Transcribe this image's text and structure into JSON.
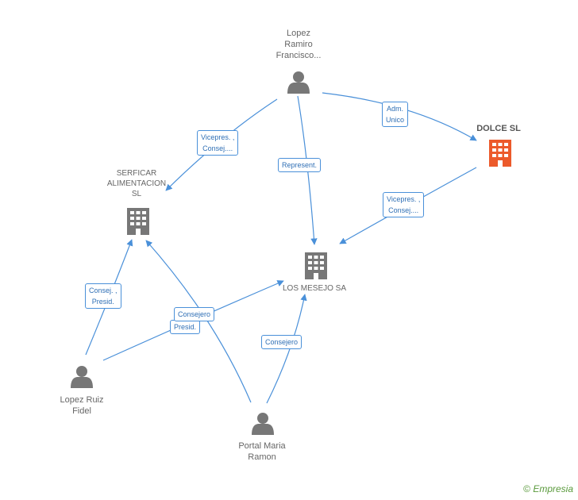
{
  "nodes": {
    "lopez_ramiro": {
      "label_lines": [
        "Lopez",
        "Ramiro",
        "Francisco..."
      ],
      "type": "person",
      "icon": "person-icon"
    },
    "dolce": {
      "label": "DOLCE SL",
      "type": "company",
      "icon": "building-icon",
      "color": "#ec5a2b"
    },
    "serficar": {
      "label_lines": [
        "SERFICAR",
        "ALIMENTACION",
        "SL"
      ],
      "type": "company",
      "icon": "building-icon",
      "color": "#777777"
    },
    "los_mesejo": {
      "label": "LOS MESEJO SA",
      "type": "company",
      "icon": "building-icon",
      "color": "#777777"
    },
    "lopez_ruiz": {
      "label_lines": [
        "Lopez Ruiz",
        "Fidel"
      ],
      "type": "person",
      "icon": "person-icon"
    },
    "portal": {
      "label_lines": [
        "Portal Maria",
        "Ramon"
      ],
      "type": "person",
      "icon": "person-icon"
    }
  },
  "edges": [
    {
      "from": "lopez_ramiro",
      "to": "dolce",
      "label_lines": [
        "Adm.",
        "Unico"
      ]
    },
    {
      "from": "lopez_ramiro",
      "to": "serficar",
      "label_lines": [
        "Vicepres. ,",
        "Consej...."
      ]
    },
    {
      "from": "lopez_ramiro",
      "to": "los_mesejo",
      "label_lines": [
        "Represent."
      ]
    },
    {
      "from": "dolce",
      "to": "los_mesejo",
      "label_lines": [
        "Vicepres. ,",
        "Consej...."
      ]
    },
    {
      "from": "lopez_ruiz",
      "to": "serficar",
      "label_lines": [
        "Consej. ,",
        "Presid."
      ]
    },
    {
      "from": "lopez_ruiz",
      "to": "los_mesejo",
      "label_lines": [
        "Consejero"
      ]
    },
    {
      "from": "portal",
      "to": "serficar",
      "label_lines": [
        "Presid."
      ]
    },
    {
      "from": "portal",
      "to": "los_mesejo",
      "label_lines": [
        "Consejero"
      ]
    }
  ],
  "colors": {
    "edge": "#4a90d9",
    "person": "#777777",
    "company": "#777777",
    "highlight": "#ec5a2b"
  },
  "footer": {
    "copyright_symbol": "©",
    "brand": "Empresia"
  }
}
